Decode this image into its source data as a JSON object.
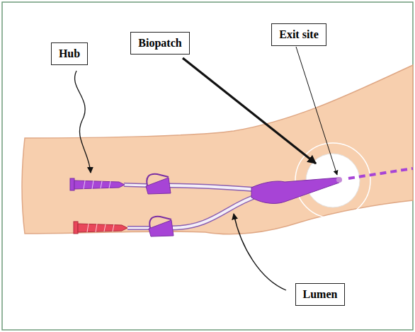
{
  "diagram": {
    "nodes": [
      {
        "text": [
          "Hub"
        ]
      },
      {
        "text": [
          "Biopatch"
        ]
      },
      {
        "text": [
          "Exit site"
        ]
      },
      {
        "text": [
          "Lumen"
        ]
      }
    ]
  }
}
